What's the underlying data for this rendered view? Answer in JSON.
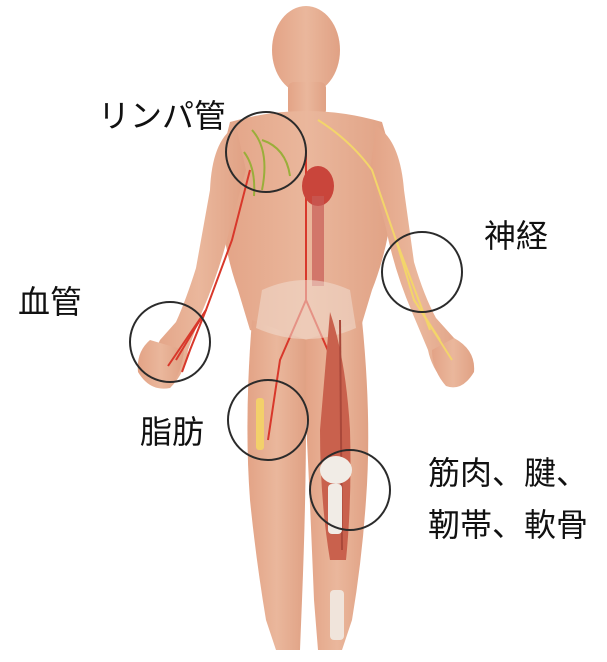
{
  "labels": {
    "lymph": "リンパ管",
    "nerve": "神経",
    "blood_vessel": "血管",
    "fat": "脂肪",
    "muscle_line": "筋肉、腱、",
    "ligament_line": "靭帯、軟骨"
  },
  "colors": {
    "skin": "#e4a98c",
    "skin_shade": "#d99478",
    "vessel": "#d8382b",
    "lymph": "#9aae3a",
    "nerve": "#f3d56a",
    "muscle": "#c9614d",
    "bone": "#f1ece6",
    "circle": "#2b2b2b"
  }
}
